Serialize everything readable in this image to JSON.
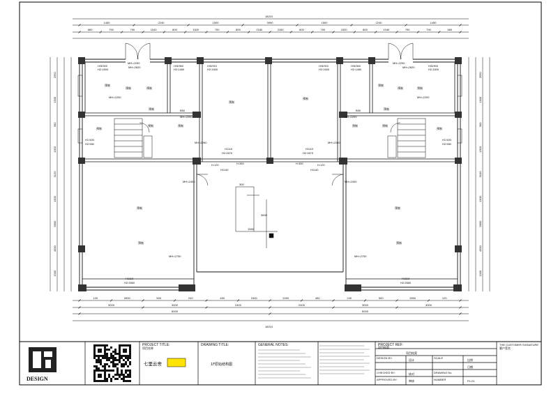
{
  "top_dims": {
    "overall": "18210",
    "row2": [
      "1450",
      "2240",
      "1500",
      "3990",
      "1500",
      "2240",
      "1450"
    ],
    "row3": [
      "660",
      "790",
      "790",
      "1040",
      "800",
      "1520",
      "700",
      "800",
      "2160",
      "2160",
      "800",
      "700",
      "1520",
      "800",
      "1040",
      "790",
      "790",
      "660"
    ]
  },
  "bottom_dims": {
    "overall": "18210",
    "row1": [
      "3000",
      "3000",
      "2400",
      "2400",
      "3000",
      "3000"
    ],
    "row2": [
      "6000",
      "6000"
    ],
    "row0": [
      "120",
      "3900",
      "500",
      "240",
      "450",
      "2400",
      "2400",
      "450",
      "240",
      "500",
      "3900",
      "120"
    ]
  },
  "left_dims": [
    "2550",
    "1300",
    "300",
    "1300",
    "3120",
    "1300",
    "5800",
    "4300",
    "1300"
  ],
  "right_dims": [
    "2550",
    "1300",
    "300",
    "1300",
    "3100",
    "1300",
    "5800",
    "4300",
    "1300"
  ],
  "plan_labels": {
    "win_sm": "H/5/900",
    "win_sm_h": "H2:1500",
    "win_mid": "H/5/960",
    "win_mid_h": "H2:1480",
    "win_c": "H/5/910",
    "win_c_h": "H2:1500",
    "mh2820": "MH=2820",
    "mh2290": "MH=2290",
    "mh2200": "MH=2200",
    "mh2260": "MH=2260",
    "mh2400": "MH=2400",
    "mh2750": "MH=2750",
    "h1110": "H1110",
    "h2670": "H2:2670",
    "h2660": "H2:2660",
    "h1350": "H:350",
    "h1140": "H1140",
    "h1500": "H1:500",
    "h980": "H2:980",
    "h120": "H:120",
    "b50": "B50",
    "room": "预制",
    "dim300": "300",
    "dim1550": "1550",
    "dim3600": "3600"
  },
  "title_block": {
    "logo_word": "DESIGN",
    "project_title_label": "PROJECT TITLE:",
    "project_title_sub": "项目名称",
    "project_name": "七里云舍",
    "drawing_title_label": "DRAWING TITLE:",
    "drawing_title": "1F原始结构图",
    "general_notes_label": "GENERAL NOTES:",
    "project_ref_label": "PROJECT REF:",
    "project_ref_sub": "项目档案",
    "archive": "项目档案",
    "design_label": "DESIGN BY:",
    "design_value": "设计",
    "scale_label": "SCALE",
    "scale_value": "比例",
    "checked_label": "CHECKED BY:",
    "checked_value": "核对",
    "drawing_no_label": "DRAWING No.",
    "date_value": "日期",
    "approved_label": "APPROVED BY:",
    "approved_value": "审核",
    "number_label": "NUMBER",
    "sheet_no": "PL-01",
    "customer_label": "THE CUSTOMER SIGNATURE",
    "customer_sub": "客户签名"
  }
}
